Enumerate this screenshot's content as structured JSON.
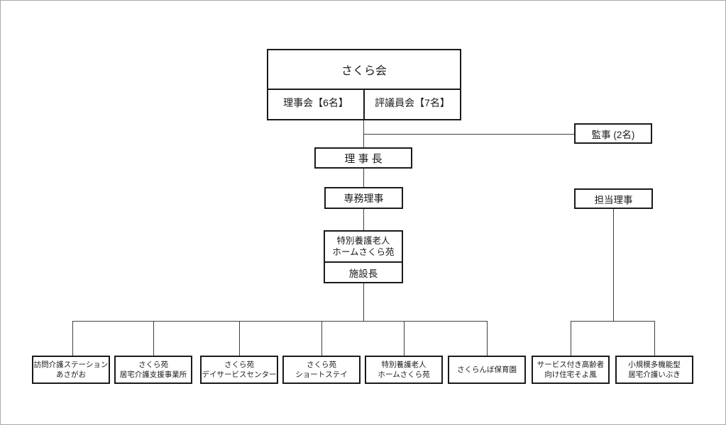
{
  "org": {
    "root": {
      "title": "さくら会",
      "board_label": "理事会【6名】",
      "council_label": "評議員会【7名】"
    },
    "auditor": {
      "label": "監事 (2名)"
    },
    "chairman": {
      "label": "理 事 長"
    },
    "managing_director": {
      "label": "専務理事"
    },
    "facility": {
      "name_line1": "特別養護老人",
      "name_line2": "ホームさくら苑",
      "head_label": "施設長"
    },
    "director_in_charge": {
      "label": "担当理事"
    },
    "leaves": [
      {
        "line1": "訪問介護ステーション",
        "line2": "あさがお"
      },
      {
        "line1": "さくら苑",
        "line2": "居宅介護支援事業所"
      },
      {
        "line1": "さくら苑",
        "line2": "デイサービスセンター"
      },
      {
        "line1": "さくら苑",
        "line2": "ショートステイ"
      },
      {
        "line1": "特別養護老人",
        "line2": "ホームさくら苑"
      },
      {
        "line1": "さくらんぼ保育園"
      },
      {
        "line1": "サービス付き高齢者",
        "line2": "向け住宅そよ風"
      },
      {
        "line1": "小規模多機能型",
        "line2": "居宅介護いぶき"
      }
    ]
  },
  "colors": {
    "box_border": "#1a1a1a",
    "connector": "#3f3f3f",
    "frame_border": "#a8a8a8",
    "background": "#ffffff",
    "text": "#1a1a1a"
  }
}
